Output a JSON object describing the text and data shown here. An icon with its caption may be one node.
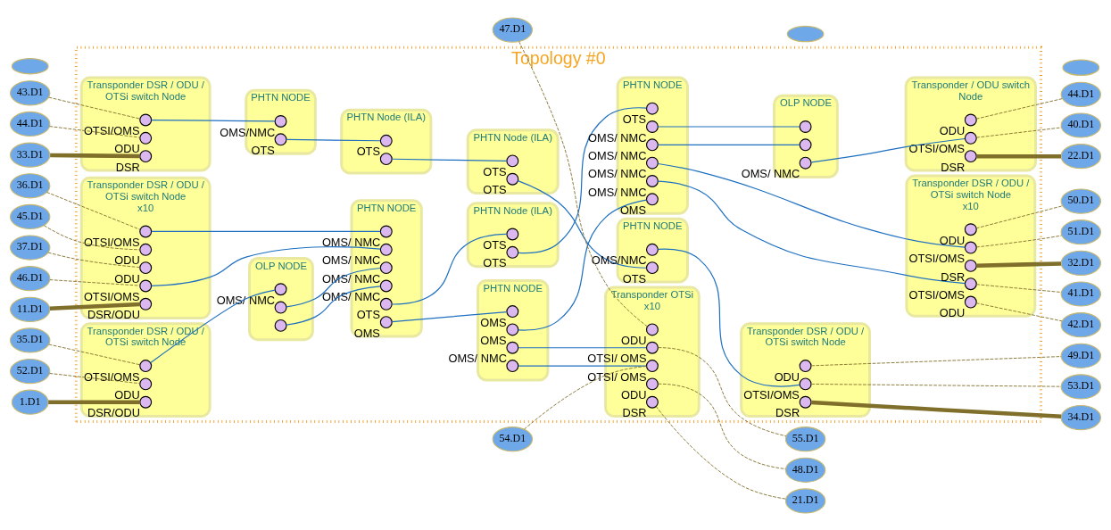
{
  "diagram": {
    "nodes": [
      {
        "text": [
          "Topology #0"
        ]
      },
      {
        "text": [
          "36.D1"
        ]
      },
      {
        "text": [
          "45.D1"
        ]
      },
      {
        "text": [
          "43.D1"
        ]
      },
      {
        "text": [
          "44.D1"
        ]
      },
      {
        "text": [
          "53.D1"
        ]
      },
      {
        "text": [
          "44.D1"
        ]
      },
      {
        "text": [
          "50.D1"
        ]
      },
      {
        "text": [
          "41.D1"
        ]
      },
      {
        "text": [
          "37.D1"
        ]
      },
      {
        "text": [
          "46.D1"
        ]
      },
      {
        "text": [
          "35.D1"
        ]
      },
      {
        "text": [
          "52.D1"
        ]
      },
      {
        "text": [
          "49.D1"
        ]
      },
      {
        "text": [
          "40.D1"
        ]
      },
      {
        "text": [
          "51.D1"
        ]
      },
      {
        "text": [
          "42.D1"
        ]
      },
      {
        "text": [
          "33.D1"
        ]
      },
      {
        "text": [
          "Transponder DSR / ODU / OTSi switch Node"
        ],
        "in": 0
      },
      {
        "text": [],
        "shape": "circle",
        "beside": [
          "ODU"
        ],
        "in": 18
      },
      {
        "text": [],
        "shape": "circle",
        "beside": [
          "DSR"
        ],
        "in": 18
      },
      {
        "text": [],
        "shape": "circle",
        "beside": [
          "OTSI/OMS"
        ],
        "in": 18
      },
      {
        "text": [
          "PHTN NODE"
        ],
        "in": 0
      },
      {
        "text": [],
        "shape": "circle",
        "beside": [
          "OMS/NMC"
        ],
        "in": 22
      },
      {
        "text": [],
        "shape": "circle",
        "beside": [
          "OTS"
        ],
        "in": 22
      },
      {
        "text": [
          "PHTN Node (ILA)"
        ],
        "in": 0
      },
      {
        "text": [],
        "shape": "circle",
        "beside": [
          "OTS"
        ],
        "in": 25
      },
      {
        "text": [],
        "shape": "circle",
        "in": 25
      },
      {
        "text": [
          "PHTN Node (ILA)"
        ],
        "in": 0
      },
      {
        "text": [],
        "shape": "circle",
        "beside": [
          "OTS"
        ],
        "in": 28
      },
      {
        "text": [],
        "shape": "circle",
        "beside": [
          "OTS"
        ],
        "in": 28
      },
      {
        "text": [
          "PHTN NODE"
        ],
        "in": 0
      },
      {
        "text": [],
        "shape": "circle",
        "beside": [
          "OMS/NMC"
        ],
        "in": 31
      },
      {
        "text": [],
        "shape": "circle",
        "beside": [
          "OTS"
        ],
        "in": 31
      },
      {
        "text": [
          "Transponder DSR / ODU / OTSi switch Node"
        ],
        "in": 0
      },
      {
        "text": [],
        "shape": "circle",
        "beside": [
          "ODU"
        ],
        "in": 34
      },
      {
        "text": [],
        "shape": "circle",
        "beside": [
          "OTSI/OMS"
        ],
        "in": 34
      },
      {
        "text": [],
        "shape": "circle",
        "beside": [
          "DSR"
        ],
        "in": 34
      },
      {
        "text": [
          "34.D1"
        ]
      },
      {
        "text": [
          "Transponder DSR / ODU / OTSi switch Node"
        ],
        "in": 0
      },
      {
        "text": [],
        "shape": "circle",
        "beside": [
          "ODU"
        ],
        "in": 39
      },
      {
        "text": [],
        "shape": "circle",
        "beside": [
          "OTSI/OMS"
        ],
        "in": 39
      },
      {
        "text": [],
        "shape": "circle",
        "beside": [
          "DSR/ODU"
        ],
        "in": 39
      },
      {
        "text": [
          "1.D1"
        ]
      },
      {
        "text": [
          "OLP NODE"
        ],
        "in": 0
      },
      {
        "text": [],
        "shape": "circle",
        "beside": [
          "OMS/ NMC"
        ],
        "in": 44
      },
      {
        "text": [],
        "shape": "circle",
        "in": 44
      },
      {
        "text": [],
        "shape": "circle",
        "in": 44
      },
      {
        "text": [
          "PHTN NODE"
        ],
        "in": 0
      },
      {
        "text": [],
        "shape": "circle",
        "beside": [
          "OMS/ NMC"
        ],
        "in": 48
      },
      {
        "text": [],
        "shape": "circle",
        "beside": [
          "OMS/ NMC"
        ],
        "in": 48
      },
      {
        "text": [],
        "shape": "circle",
        "beside": [
          "OMS/ NMC"
        ],
        "in": 48
      },
      {
        "text": [],
        "shape": "circle",
        "beside": [
          "OMS/ NMC"
        ],
        "in": 48
      },
      {
        "text": [],
        "shape": "circle",
        "beside": [
          "OTS"
        ],
        "in": 48
      },
      {
        "text": [],
        "shape": "circle",
        "beside": [
          "OMS"
        ],
        "in": 48
      },
      {
        "text": [
          "PHTN Node (ILA)"
        ],
        "in": 0
      },
      {
        "text": [],
        "shape": "circle",
        "beside": [
          "OTS"
        ],
        "in": 55
      },
      {
        "text": [],
        "shape": "circle",
        "beside": [
          "OTS"
        ],
        "in": 55
      },
      {
        "text": [
          "PHTN NODE"
        ],
        "in": 0
      },
      {
        "text": [],
        "shape": "circle",
        "beside": [
          "OTS"
        ],
        "in": 58
      },
      {
        "text": [],
        "shape": "circle",
        "beside": [
          "OMS/ NMC"
        ],
        "in": 58
      },
      {
        "text": [],
        "shape": "circle",
        "beside": [
          "OMS/ NMC"
        ],
        "in": 58
      },
      {
        "text": [],
        "shape": "circle",
        "beside": [
          "OMS/ NMC"
        ],
        "in": 58
      },
      {
        "text": [],
        "shape": "circle",
        "beside": [
          "OMS/ NMC"
        ],
        "in": 58
      },
      {
        "text": [],
        "shape": "circle",
        "beside": [
          "OMS"
        ],
        "in": 58
      },
      {
        "text": [
          "OLP NODE"
        ],
        "in": 0
      },
      {
        "text": [],
        "shape": "circle",
        "in": 65
      },
      {
        "text": [],
        "shape": "circle",
        "in": 65
      },
      {
        "text": [],
        "shape": "circle",
        "beside": [
          "OMS/ NMC"
        ],
        "in": 65
      },
      {
        "text": [
          "Transponder / ODU switch Node"
        ],
        "in": 0
      },
      {
        "text": [],
        "shape": "circle",
        "beside": [
          "ODU"
        ],
        "in": 69
      },
      {
        "text": [],
        "shape": "circle",
        "beside": [
          "OTSI/OMS"
        ],
        "in": 69
      },
      {
        "text": [],
        "shape": "circle",
        "beside": [
          "DSR"
        ],
        "in": 69
      },
      {
        "text": [
          "22.D1"
        ]
      },
      {
        "text": [
          "Transponder DSR / ODU / OTSi switch Node",
          "x10"
        ],
        "in": 0
      },
      {
        "text": [],
        "shape": "circle",
        "beside": [
          "ODU"
        ],
        "in": 74
      },
      {
        "text": [],
        "shape": "circle",
        "beside": [
          "OTSI/OMS"
        ],
        "in": 74
      },
      {
        "text": [],
        "shape": "circle",
        "beside": [
          "DSR/ODU"
        ],
        "in": 74
      },
      {
        "text": [],
        "shape": "circle",
        "beside": [
          "OTSI/OMS"
        ],
        "in": 74
      },
      {
        "text": [],
        "shape": "circle",
        "beside": [
          "ODU"
        ],
        "in": 74
      },
      {
        "text": [],
        "shape": "ellipse"
      },
      {
        "text": [
          "11.D1"
        ]
      },
      {
        "text": [
          "Transponder DSR / ODU / OTSi switch Node",
          "x10"
        ],
        "in": 0
      },
      {
        "text": [],
        "shape": "circle",
        "beside": [
          "ODU"
        ],
        "in": 82
      },
      {
        "text": [],
        "shape": "circle",
        "beside": [
          "OTSI/OMS"
        ],
        "in": 82
      },
      {
        "text": [],
        "shape": "circle",
        "beside": [
          "DSR"
        ],
        "in": 82
      },
      {
        "text": [],
        "shape": "circle",
        "beside": [
          "OTSI/OMS"
        ],
        "in": 82
      },
      {
        "text": [],
        "shape": "circle",
        "beside": [
          "ODU"
        ],
        "in": 82
      },
      {
        "text": [],
        "shape": "ellipse"
      },
      {
        "text": [
          "32.D1"
        ]
      },
      {
        "text": [
          "PHTN NODE"
        ],
        "in": 0
      },
      {
        "text": [],
        "shape": "circle",
        "beside": [
          "OMS"
        ],
        "in": 90
      },
      {
        "text": [],
        "shape": "circle",
        "beside": [
          "OMS"
        ],
        "in": 90
      },
      {
        "text": [],
        "shape": "circle",
        "in": 90
      },
      {
        "text": [],
        "shape": "circle",
        "beside": [
          "OMS/ NMC"
        ],
        "in": 90
      },
      {
        "text": [
          "Transponder OTSi",
          "x10"
        ],
        "in": 0
      },
      {
        "text": [],
        "shape": "circle",
        "beside": [
          "ODU"
        ],
        "in": 95
      },
      {
        "text": [],
        "shape": "circle",
        "beside": [
          "OTSI/ OMS"
        ],
        "in": 95
      },
      {
        "text": [],
        "shape": "circle",
        "beside": [
          "OTSI/ OMS"
        ],
        "in": 95
      },
      {
        "text": [],
        "shape": "circle",
        "beside": [
          "ODU"
        ],
        "in": 95
      },
      {
        "text": [],
        "shape": "circle",
        "beside": [
          "DSR"
        ],
        "in": 95
      },
      {
        "text": [
          "47.D1"
        ]
      },
      {
        "text": [
          "48.D1"
        ]
      },
      {
        "text": [
          "54.D1"
        ]
      },
      {
        "text": [
          "55.D1"
        ]
      },
      {
        "text": [],
        "shape": "ellipse"
      },
      {
        "text": [
          "21.D1"
        ]
      }
    ],
    "edges": [
      {
        "from": 21,
        "to": 23,
        "arrow": "none",
        "color": "#1e6fc0"
      },
      {
        "from": 24,
        "to": 26,
        "arrow": "none",
        "color": "#1e6fc0"
      },
      {
        "from": 27,
        "to": 29,
        "arrow": "none",
        "color": "#1e6fc0"
      },
      {
        "from": 30,
        "to": 33,
        "arrow": "none",
        "color": "#1e6fc0"
      },
      {
        "from": 32,
        "to": 36,
        "arrow": "none",
        "color": "#1e6fc0"
      },
      {
        "from": 41,
        "to": 45,
        "arrow": "none",
        "color": "#1e6fc0"
      },
      {
        "from": 46,
        "to": 49,
        "arrow": "none",
        "color": "#1e6fc0"
      },
      {
        "from": 47,
        "to": 50,
        "arrow": "none",
        "color": "#1e6fc0"
      },
      {
        "from": 76,
        "to": 51,
        "arrow": "none",
        "color": "#1e6fc0"
      },
      {
        "from": 78,
        "to": 52,
        "arrow": "none",
        "color": "#1e6fc0"
      },
      {
        "from": 53,
        "to": 56,
        "arrow": "none",
        "color": "#1e6fc0"
      },
      {
        "from": 57,
        "to": 59,
        "arrow": "none",
        "color": "#1e6fc0"
      },
      {
        "from": 60,
        "to": 66,
        "arrow": "none",
        "color": "#1e6fc0"
      },
      {
        "from": 61,
        "to": 67,
        "arrow": "none",
        "color": "#1e6fc0"
      },
      {
        "from": 68,
        "to": 71,
        "arrow": "none",
        "color": "#1e6fc0"
      },
      {
        "from": 62,
        "to": 84,
        "arrow": "none",
        "color": "#1e6fc0"
      },
      {
        "from": 63,
        "to": 86,
        "arrow": "none",
        "color": "#1e6fc0"
      },
      {
        "from": 54,
        "to": 91,
        "arrow": "none",
        "color": "#1e6fc0"
      },
      {
        "from": 64,
        "to": 92,
        "arrow": "none",
        "color": "#1e6fc0"
      },
      {
        "from": 93,
        "to": 97,
        "arrow": "none",
        "color": "#1e6fc0"
      },
      {
        "from": 94,
        "to": 98,
        "arrow": "none",
        "color": "#1e6fc0"
      },
      {
        "from": 17,
        "to": 20,
        "arrow": "none",
        "style": "thick"
      },
      {
        "from": 38,
        "to": 37,
        "arrow": "none",
        "style": "thick"
      },
      {
        "from": 43,
        "to": 42,
        "arrow": "none",
        "style": "thick"
      },
      {
        "from": 73,
        "to": 72,
        "arrow": "none",
        "style": "thick"
      },
      {
        "from": 81,
        "to": 77,
        "arrow": "none",
        "style": "thick"
      },
      {
        "from": 89,
        "to": 85,
        "arrow": "none",
        "style": "thick"
      },
      {
        "from": 106,
        "to": 100,
        "arrow": "none",
        "style": "dashed"
      },
      {
        "from": 4,
        "to": 19,
        "arrow": "none",
        "style": "dashed"
      },
      {
        "from": 3,
        "to": 21,
        "arrow": "none",
        "style": "dashed"
      },
      {
        "from": 12,
        "to": 40,
        "arrow": "none",
        "style": "dashed"
      },
      {
        "from": 11,
        "to": 41,
        "arrow": "none",
        "style": "dashed"
      },
      {
        "from": 2,
        "to": 75,
        "arrow": "none",
        "style": "dashed"
      },
      {
        "from": 10,
        "to": 76,
        "arrow": "none",
        "style": "dashed"
      },
      {
        "from": 1,
        "to": 78,
        "arrow": "none",
        "style": "dashed"
      },
      {
        "from": 9,
        "to": 79,
        "arrow": "none",
        "style": "dashed"
      },
      {
        "from": 13,
        "to": 35,
        "arrow": "none",
        "style": "dashed"
      },
      {
        "from": 5,
        "to": 36,
        "arrow": "none",
        "style": "dashed"
      },
      {
        "from": 6,
        "to": 70,
        "arrow": "none",
        "style": "dashed"
      },
      {
        "from": 14,
        "to": 71,
        "arrow": "none",
        "style": "dashed"
      },
      {
        "from": 7,
        "to": 83,
        "arrow": "none",
        "style": "dashed"
      },
      {
        "from": 15,
        "to": 84,
        "arrow": "none",
        "style": "dashed"
      },
      {
        "from": 8,
        "to": 86,
        "arrow": "none",
        "style": "dashed"
      },
      {
        "from": 16,
        "to": 87,
        "arrow": "none",
        "style": "dashed"
      },
      {
        "from": 101,
        "to": 96,
        "arrow": "none",
        "style": "dashed"
      },
      {
        "from": 103,
        "to": 97,
        "arrow": "none",
        "style": "dashed"
      },
      {
        "from": 102,
        "to": 99,
        "arrow": "none",
        "style": "dashed"
      },
      {
        "from": 104,
        "to": 98,
        "arrow": "none",
        "style": "dashed"
      }
    ]
  }
}
